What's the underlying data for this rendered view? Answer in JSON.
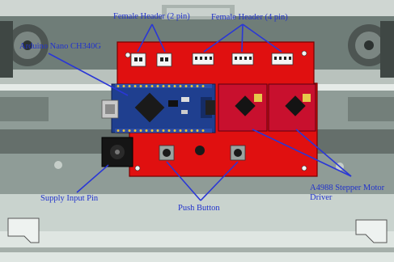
{
  "labels": {
    "female_header_2pin": "Female Header (2 pin)",
    "female_header_4pin": "Female Header (4 pin)",
    "arduino_nano": "Arduino Nano CH340G",
    "supply_input_pin": "Supply Input Pin",
    "push_button": "Push Button",
    "a4988_line1": "A4988 Stepper Motor",
    "a4988_line2": "Driver"
  },
  "colors": {
    "board": "#e01010",
    "arduino": "#1f3f8f",
    "driver": "#c8102e",
    "label": "#2233cc",
    "leader": "#2a37d6",
    "background": "#7f8e88"
  }
}
